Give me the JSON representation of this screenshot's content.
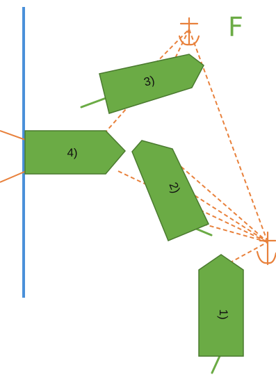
{
  "colors": {
    "background": "#ffffff",
    "wall": "#4a90d9",
    "boat_fill": "#6bab45",
    "boat_stroke": "#4a7a2f",
    "tiller": "#6bab45",
    "line": "#e8813c",
    "flag": "#6bab45"
  },
  "flag_letter": "F",
  "boats": [
    {
      "id": "1",
      "label": "1)"
    },
    {
      "id": "2",
      "label": "2)"
    },
    {
      "id": "3",
      "label": "3)"
    },
    {
      "id": "4",
      "label": "4)"
    }
  ],
  "icons": [
    "anchor-icon",
    "anchor-icon"
  ]
}
